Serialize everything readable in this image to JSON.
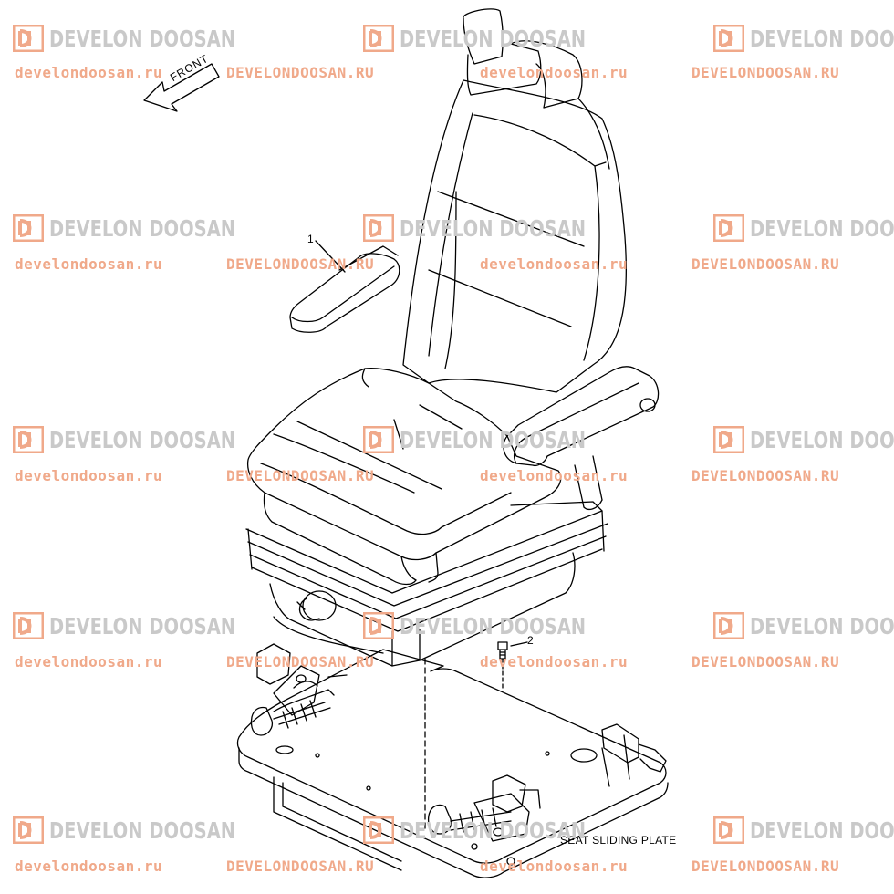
{
  "watermark": {
    "brand": "DEVELON DOOSAN",
    "url_lower": "develondoosan.ru",
    "url_upper": "DEVELONDOOSAN.RU",
    "logo_icon": "develon-doosan-logo-icon",
    "brand_color": "#c9c9c9",
    "url_color": "#f0a98a"
  },
  "diagram": {
    "front_arrow_label": "FRONT",
    "callouts": [
      "1",
      "2"
    ],
    "caption": "SEAT SLIDING PLATE"
  }
}
